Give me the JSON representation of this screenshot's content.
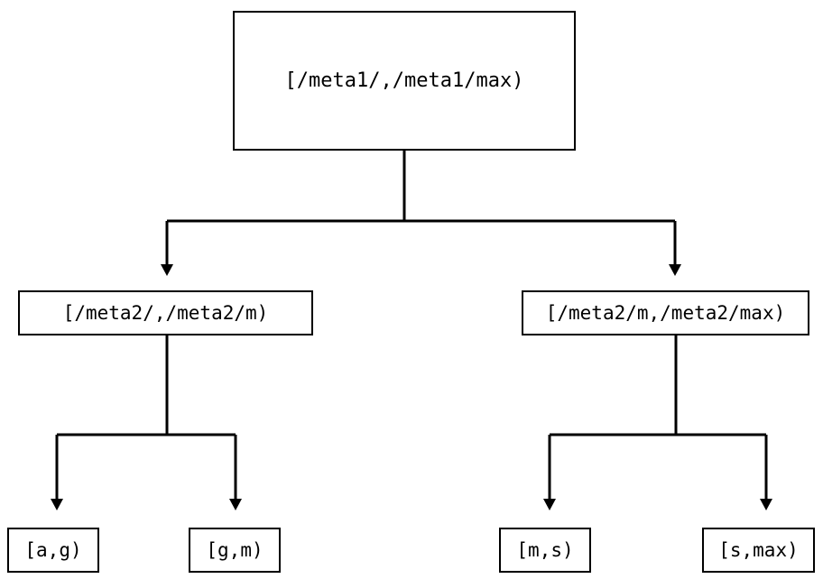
{
  "diagram": {
    "type": "tree",
    "orientation": "top-down",
    "edge_style": "orthogonal",
    "arrowhead": "solid-triangle-down",
    "colors": {
      "background": "#ffffff",
      "stroke": "#000000",
      "node_fill": "#ffffff",
      "text": "#000000"
    },
    "nodes": {
      "root": {
        "label": "[/meta1/,/meta1/max)"
      },
      "mid_left": {
        "label": "[/meta2/,/meta2/m)"
      },
      "mid_right": {
        "label": "[/meta2/m,/meta2/max)"
      },
      "leaf_ag": {
        "label": "[a,g)"
      },
      "leaf_gm": {
        "label": "[g,m)"
      },
      "leaf_ms": {
        "label": "[m,s)"
      },
      "leaf_smax": {
        "label": "[s,max)"
      }
    },
    "edges": [
      {
        "from": "root",
        "to": "mid_left"
      },
      {
        "from": "root",
        "to": "mid_right"
      },
      {
        "from": "mid_left",
        "to": "leaf_ag"
      },
      {
        "from": "mid_left",
        "to": "leaf_gm"
      },
      {
        "from": "mid_right",
        "to": "leaf_ms"
      },
      {
        "from": "mid_right",
        "to": "leaf_smax"
      }
    ]
  }
}
